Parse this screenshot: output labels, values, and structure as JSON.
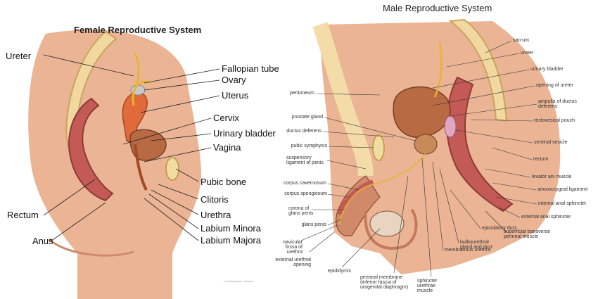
{
  "female": {
    "title": "Female Reproductive System",
    "labels": {
      "ureter": "Ureter",
      "fallopian_tube": "Fallopian tube",
      "ovary": "Ovary",
      "uterus": "Uterus",
      "cervix": "Cervix",
      "urinary_bladder": "Urinary bladder",
      "vagina": "Vagina",
      "pubic_bone": "Pubic bone",
      "clitoris": "Clitoris",
      "urethra": "Urethra",
      "labium_minora": "Labium Minora",
      "labium_majora": "Labium Majora",
      "rectum": "Rectum",
      "anus": "Anus"
    },
    "credit": "© Can Stock Photo - csp4stock"
  },
  "male": {
    "title": "Male Reproductive System",
    "labels": {
      "sacrum": "sacrum",
      "ureter": "ureter",
      "urinary_bladder": "urinary bladder",
      "opening_of_ureter": "opening of ureter",
      "ampulla": "ampulla of ductus deferens",
      "rectovesical_pouch": "rectovesical pouch",
      "seminal_vesicle": "seminal vesicle",
      "rectum": "rectum",
      "levator_ani": "levator ani muscle",
      "anococcygeal": "anococcygeal ligament",
      "internal_anal_sphincter": "internal anal sphincter",
      "external_anal_sphincter": "external anal sphincter",
      "superficial_transverse": "superficial transverse perineal muscle",
      "ejaculatory_duct": "ejaculatory duct",
      "bulbourethral": "bulbourethral gland and duct",
      "membranous_urethra": "membranous urethra",
      "sphincter_urethrae": "sphincter urethrae muscle",
      "perineal_membrane": "perineal membrane (inferior fascia of urogenital diaphragm)",
      "epididymis": "epididymis",
      "external_urethral_opening": "external urethral opening",
      "navicular_fossa": "navicular fossa of urethra",
      "glans_penis": "glans penis",
      "corona": "corona of glans penis",
      "corpus_spongiosum": "corpus spongiosum",
      "corpus_cavernosum": "corpus cavernosum",
      "suspensory_ligament": "suspensory ligament of penis",
      "pubic_symphysis": "pubic symphysis",
      "ductus_deferens": "ductus deferens",
      "prostate_gland": "prostate gland",
      "peritoneum": "peritoneum"
    }
  },
  "colors": {
    "skin": "#e9b293",
    "muscle": "#c45a56",
    "bone": "#f0dca0",
    "organ": "#b86a42",
    "ureter": "#e8b430"
  }
}
